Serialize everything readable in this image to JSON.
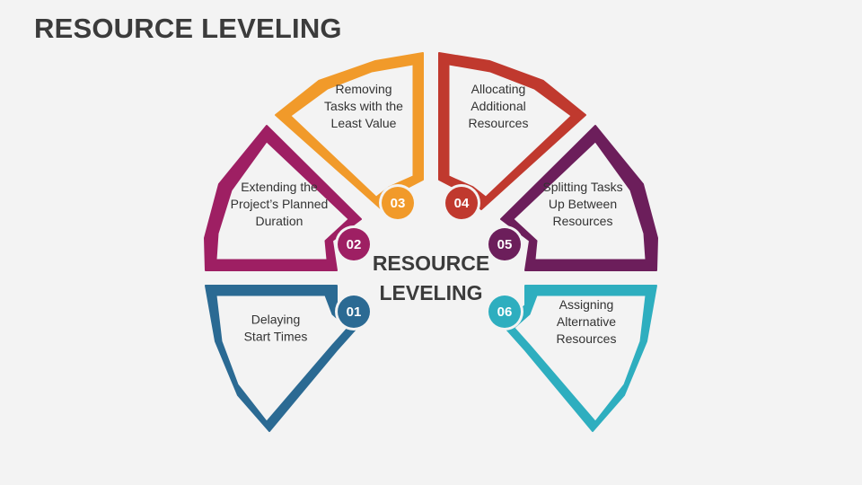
{
  "title": "RESOURCE LEVELING",
  "center_label": [
    "RESOURCE",
    "LEVELING"
  ],
  "segments": [
    {
      "number": "01",
      "lines": [
        "Delaying",
        "Start Times"
      ],
      "color": "#2b6a93"
    },
    {
      "number": "02",
      "lines": [
        "Extending the",
        "Project’s Planned",
        "Duration"
      ],
      "color": "#9e1f63"
    },
    {
      "number": "03",
      "lines": [
        "Removing",
        "Tasks with the",
        "Least Value"
      ],
      "color": "#f19a2a"
    },
    {
      "number": "04",
      "lines": [
        "Allocating",
        "Additional",
        "Resources"
      ],
      "color": "#c0392e"
    },
    {
      "number": "05",
      "lines": [
        "Splitting Tasks",
        "Up Between",
        "Resources"
      ],
      "color": "#6c1e5b"
    },
    {
      "number": "06",
      "lines": [
        "Assigning",
        "Alternative",
        "Resources"
      ],
      "color": "#2eaebf"
    }
  ]
}
